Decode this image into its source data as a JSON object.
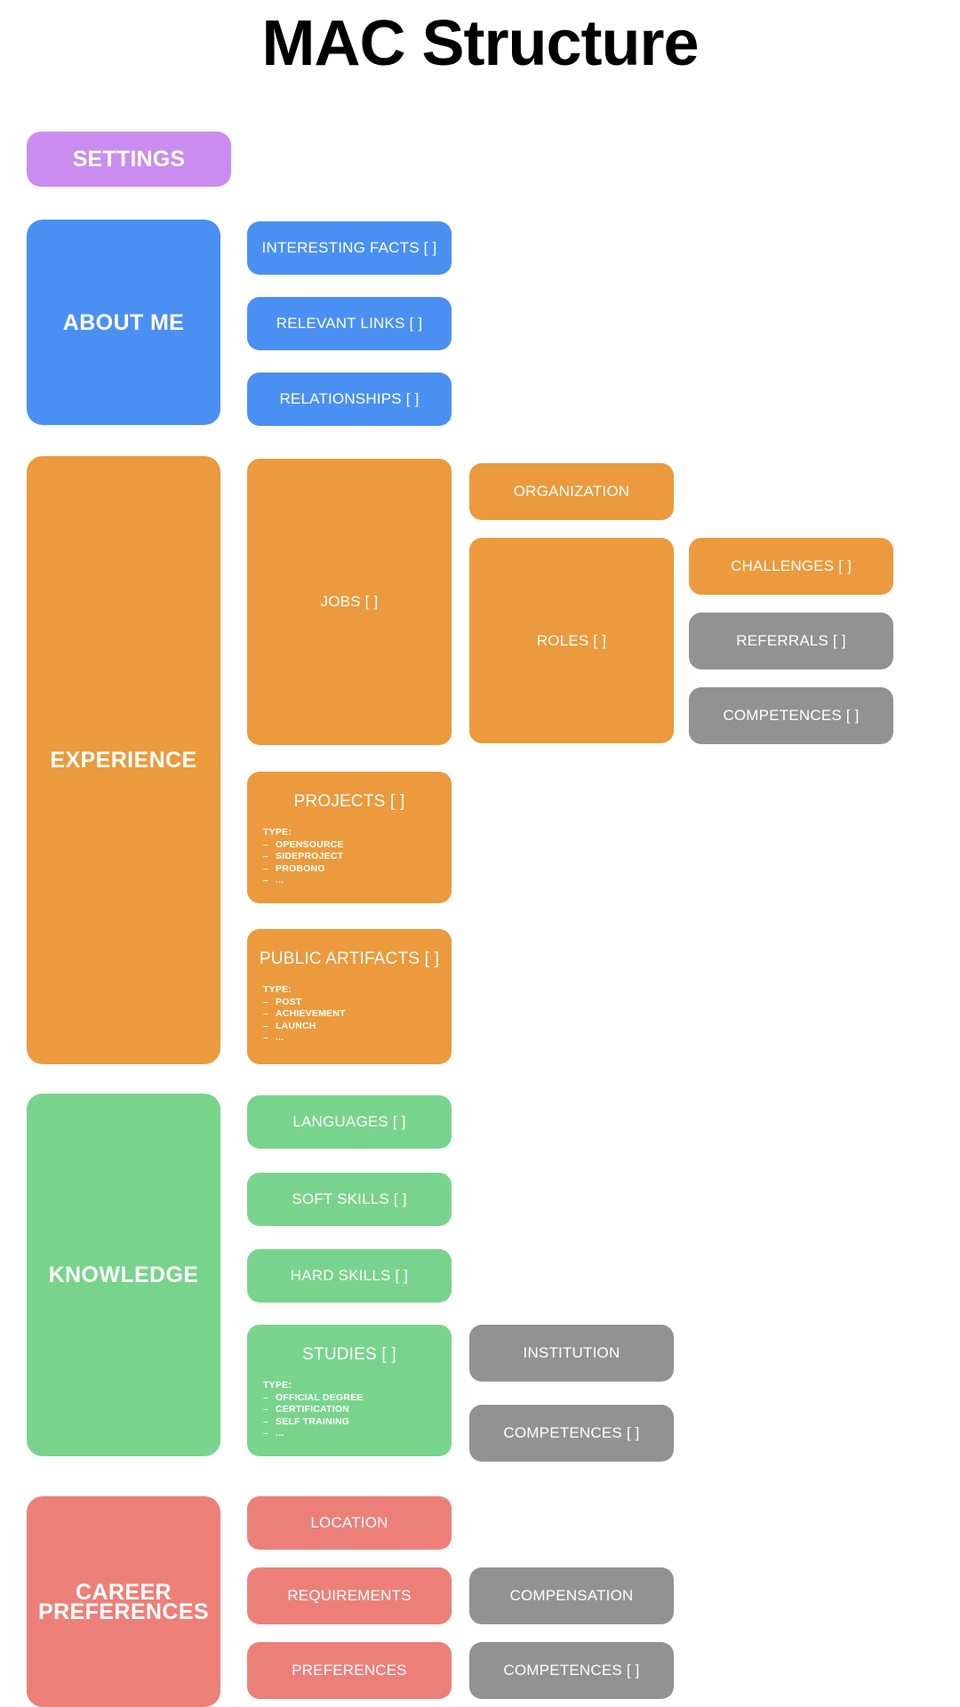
{
  "page": {
    "title": "MAC Structure",
    "background_color": "#ffffff"
  },
  "palette": {
    "settings_purple": "#ca8cee",
    "about_blue": "#4a90f2",
    "experience_orange": "#eb9a3d",
    "knowledge_green": "#78d48c",
    "career_salmon": "#ec8079",
    "shared_gray": "#929292",
    "text_on_card": "#ffffff",
    "title_black": "#000000"
  },
  "type_list_heading": "TYPE:",
  "sections": {
    "settings": {
      "label": "SETTINGS"
    },
    "about_me": {
      "label": "ABOUT ME",
      "children": [
        {
          "label": "INTERESTING FACTS [ ]"
        },
        {
          "label": "RELEVANT LINKS [ ]"
        },
        {
          "label": "RELATIONSHIPS [ ]"
        }
      ]
    },
    "experience": {
      "label": "EXPERIENCE",
      "jobs": {
        "label": "JOBS [ ]"
      },
      "organization": {
        "label": "ORGANIZATION"
      },
      "roles": {
        "label": "ROLES [ ]"
      },
      "challenges": {
        "label": "CHALLENGES [ ]"
      },
      "referrals": {
        "label": "REFERRALS [ ]"
      },
      "competences": {
        "label": "COMPETENCES [ ]"
      },
      "projects": {
        "label": "PROJECTS [ ]",
        "type_heading": "TYPE:",
        "types": [
          "OPENSOURCE",
          "SIDEPROJECT",
          "PROBONO",
          "..."
        ]
      },
      "public_artifacts": {
        "label": "PUBLIC ARTIFACTS [ ]",
        "type_heading": "TYPE:",
        "types": [
          "POST",
          "ACHIEVEMENT",
          "LAUNCH",
          "..."
        ]
      }
    },
    "knowledge": {
      "label": "KNOWLEDGE",
      "languages": {
        "label": "LANGUAGES [ ]"
      },
      "soft_skills": {
        "label": "SOFT SKILLS [ ]"
      },
      "hard_skills": {
        "label": "HARD SKILLS [ ]"
      },
      "studies": {
        "label": "STUDIES [ ]",
        "type_heading": "TYPE:",
        "types": [
          "OFFICIAL DEGREE",
          "CERTIFICATION",
          "SELF TRAINING",
          "..."
        ]
      },
      "institution": {
        "label": "INSTITUTION"
      },
      "competences": {
        "label": "COMPETENCES [ ]"
      }
    },
    "career_preferences": {
      "label": "CAREER\nPREFERENCES",
      "label_line1": "CAREER",
      "label_line2": "PREFERENCES",
      "location": {
        "label": "LOCATION"
      },
      "requirements": {
        "label": "REQUIREMENTS"
      },
      "preferences": {
        "label": "PREFERENCES"
      },
      "compensation": {
        "label": "COMPENSATION"
      },
      "competences": {
        "label": "COMPETENCES [ ]"
      }
    }
  }
}
